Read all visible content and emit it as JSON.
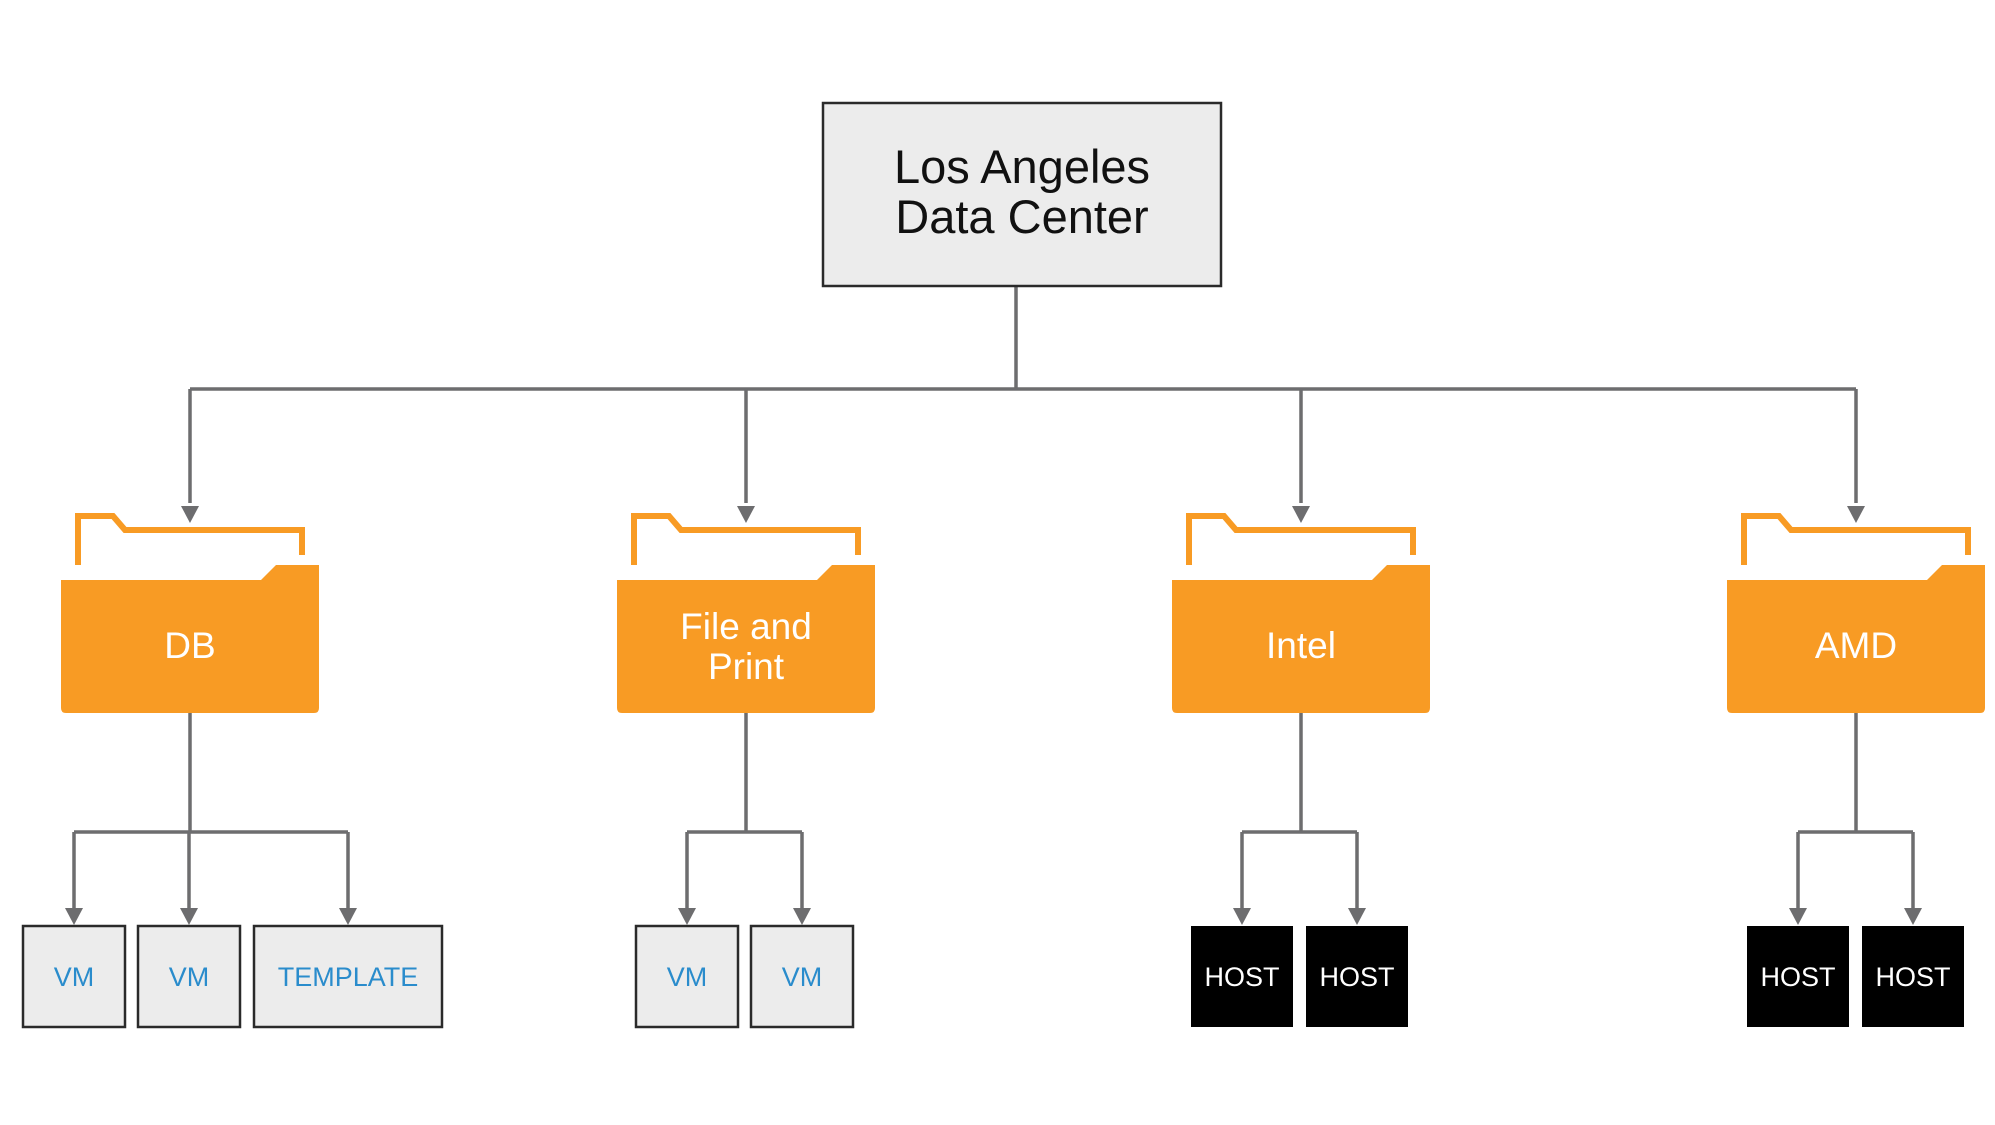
{
  "root": {
    "lines": [
      "Los Angeles",
      "Data Center"
    ]
  },
  "folders": [
    {
      "lines": [
        "DB"
      ],
      "children": [
        {
          "kind": "vm",
          "label": "VM"
        },
        {
          "kind": "vm",
          "label": "VM"
        },
        {
          "kind": "vm",
          "label": "TEMPLATE"
        }
      ]
    },
    {
      "lines": [
        "File and",
        "Print"
      ],
      "children": [
        {
          "kind": "vm",
          "label": "VM"
        },
        {
          "kind": "vm",
          "label": "VM"
        }
      ]
    },
    {
      "lines": [
        "Intel"
      ],
      "children": [
        {
          "kind": "host",
          "label": "HOST"
        },
        {
          "kind": "host",
          "label": "HOST"
        }
      ]
    },
    {
      "lines": [
        "AMD"
      ],
      "children": [
        {
          "kind": "host",
          "label": "HOST"
        },
        {
          "kind": "host",
          "label": "HOST"
        }
      ]
    }
  ],
  "colors": {
    "folder": "#f89b24",
    "connector": "#6d6d6f",
    "vm_text": "#2a8ccc",
    "host_fill": "#000000",
    "box_fill": "#ececec"
  }
}
